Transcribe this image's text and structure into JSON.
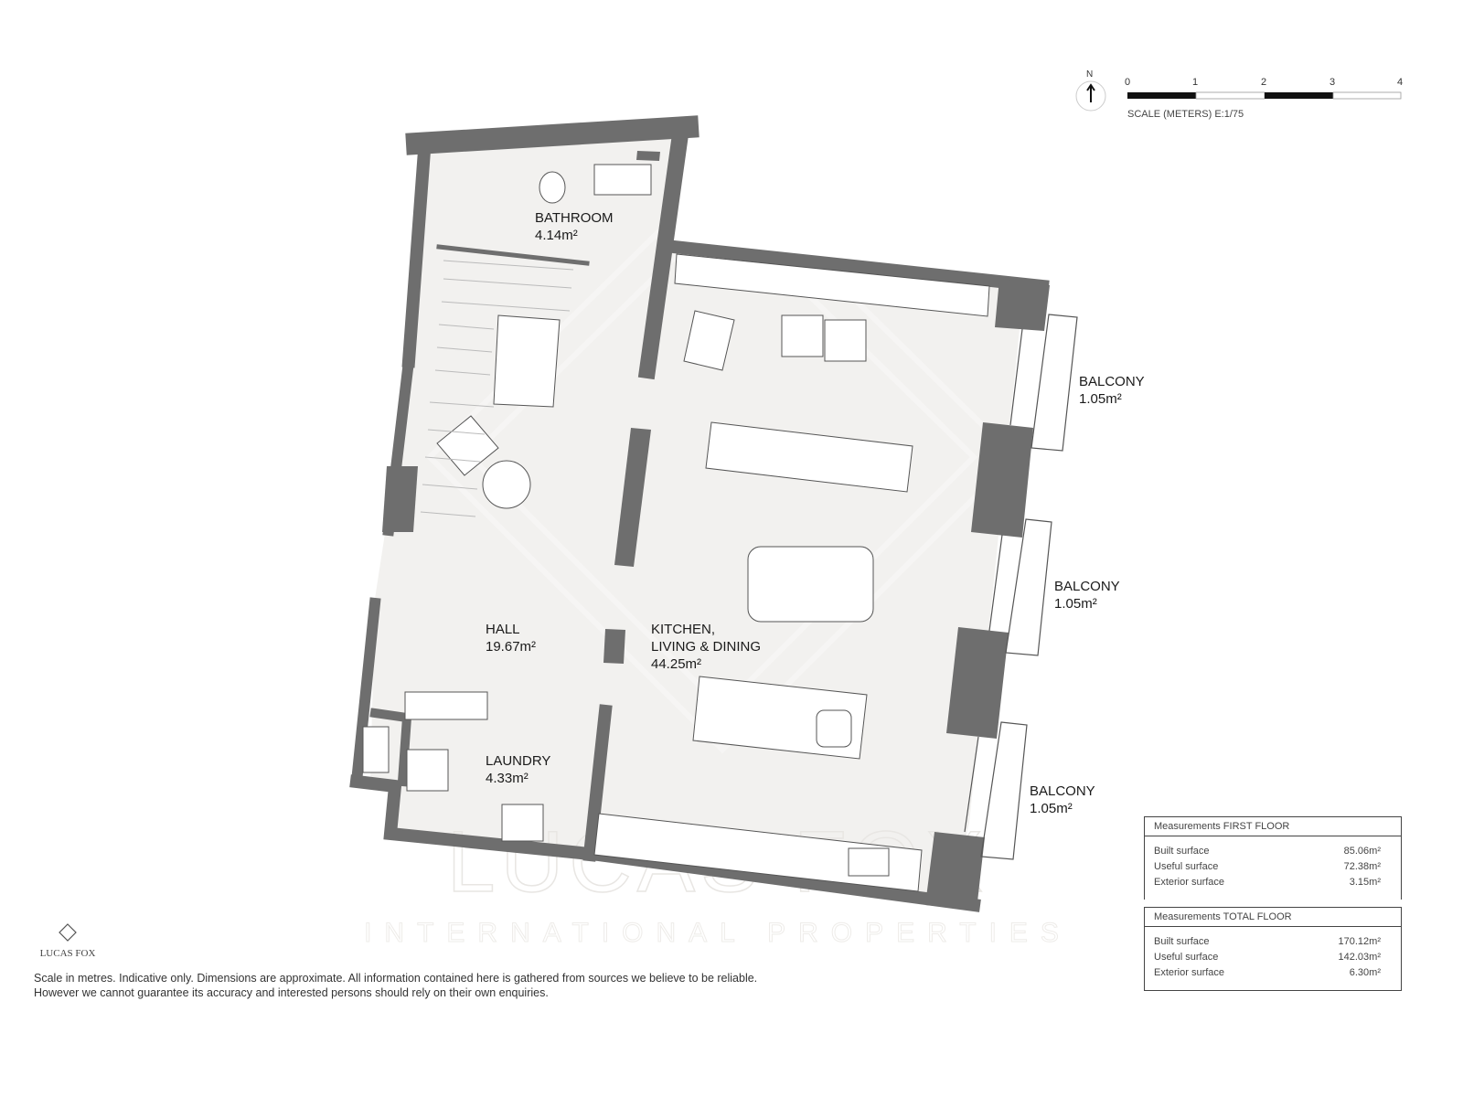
{
  "north_label": "N",
  "scale": {
    "ticks": [
      "0",
      "1",
      "2",
      "3",
      "4"
    ],
    "caption": "SCALE (METERS) E:1/75"
  },
  "rooms": [
    {
      "name": "BATHROOM",
      "area": "4.14m²"
    },
    {
      "name": "HALL",
      "area": "19.67m²"
    },
    {
      "name": "KITCHEN,",
      "name2": "LIVING & DINING",
      "area": "44.25m²"
    },
    {
      "name": "LAUNDRY",
      "area": "4.33m²"
    },
    {
      "name": "BALCONY",
      "area": "1.05m²"
    },
    {
      "name": "BALCONY",
      "area": "1.05m²"
    },
    {
      "name": "BALCONY",
      "area": "1.05m²"
    }
  ],
  "measurements": [
    {
      "title": "Measurements FIRST FLOOR",
      "rows": [
        {
          "label": "Built surface",
          "value": "85.06m²"
        },
        {
          "label": "Useful surface",
          "value": "72.38m²"
        },
        {
          "label": "Exterior surface",
          "value": "3.15m²"
        }
      ]
    },
    {
      "title": "Measurements TOTAL FLOOR",
      "rows": [
        {
          "label": "Built surface",
          "value": "170.12m²"
        },
        {
          "label": "Useful surface",
          "value": "142.03m²"
        },
        {
          "label": "Exterior surface",
          "value": "6.30m²"
        }
      ]
    }
  ],
  "logo": "LUCAS FOX",
  "watermark": {
    "line1": "LUCAS FOX",
    "line2": "INTERNATIONAL PROPERTIES"
  },
  "disclaimer": [
    "Scale in metres. Indicative only. Dimensions are approximate. All information contained here is gathered from sources we believe to be reliable.",
    "However we cannot guarantee its accuracy and interested persons should rely on their own enquiries."
  ],
  "colors": {
    "wall": "#6e6e6e",
    "floor": "#f2f1ef"
  }
}
